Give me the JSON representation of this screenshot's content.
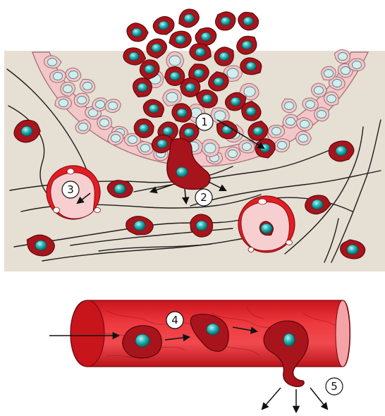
{
  "diagram": {
    "steps": [
      {
        "number": "1"
      },
      {
        "number": "2"
      },
      {
        "number": "3"
      },
      {
        "number": "4"
      },
      {
        "number": "5"
      }
    ],
    "colors": {
      "stroma": "#e6dfd3",
      "epithelium": "#f2c7c9",
      "epithelium_stroke": "#a06a70",
      "tumor_cell": "#a8141c",
      "tumor_stroke": "#5a0508",
      "nucleus": "#1aa5a6",
      "nucleus_pale": "#d6ecec",
      "vessel_red": "#e11e24",
      "vessel_dark": "#b3141a",
      "fiber": "#1d1d1d"
    }
  }
}
